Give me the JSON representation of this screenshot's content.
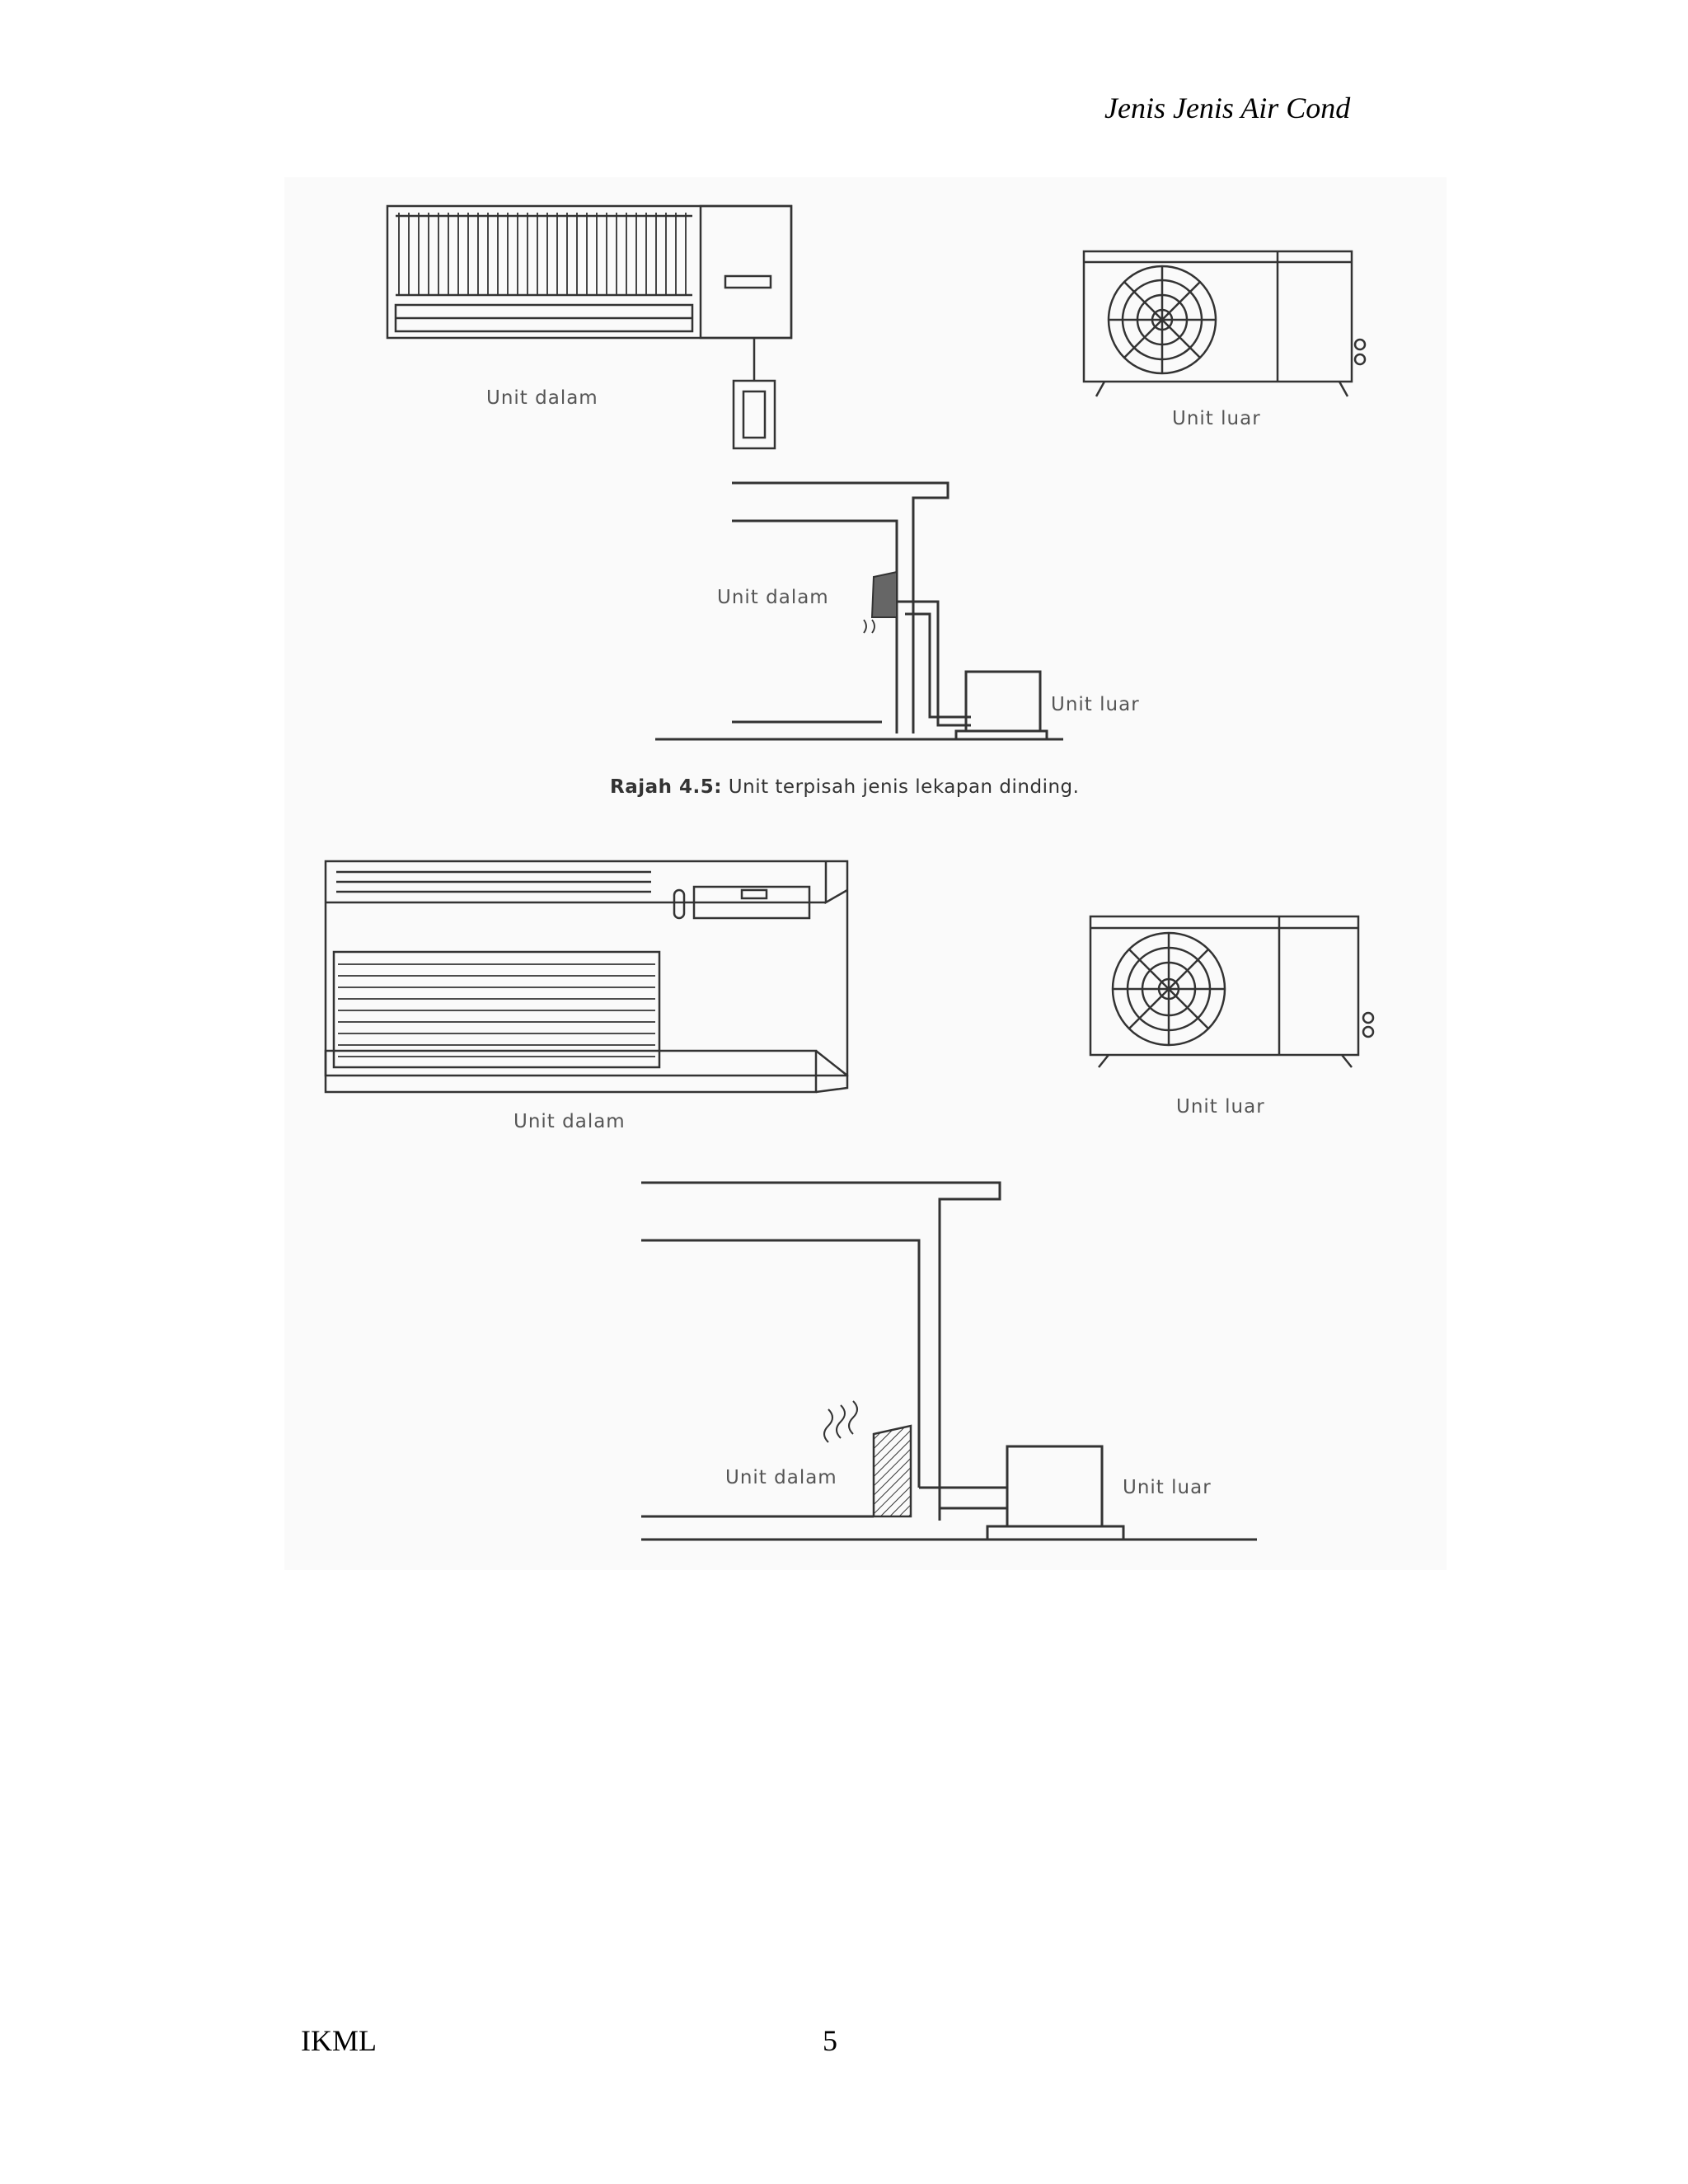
{
  "header": {
    "title": "Jenis Jenis Air Cond"
  },
  "figure1": {
    "indoor_label": "Unit dalam",
    "outdoor_label": "Unit luar",
    "section_indoor_label": "Unit dalam",
    "section_outdoor_label": "Unit luar",
    "caption_number": "Rajah 4.5:",
    "caption_text": " Unit terpisah jenis lekapan dinding."
  },
  "figure2": {
    "indoor_label": "Unit dalam",
    "outdoor_label": "Unit luar",
    "section_indoor_label": "Unit dalam",
    "section_outdoor_label": "Unit luar"
  },
  "footer": {
    "org": "IKML",
    "page_number": "5"
  }
}
